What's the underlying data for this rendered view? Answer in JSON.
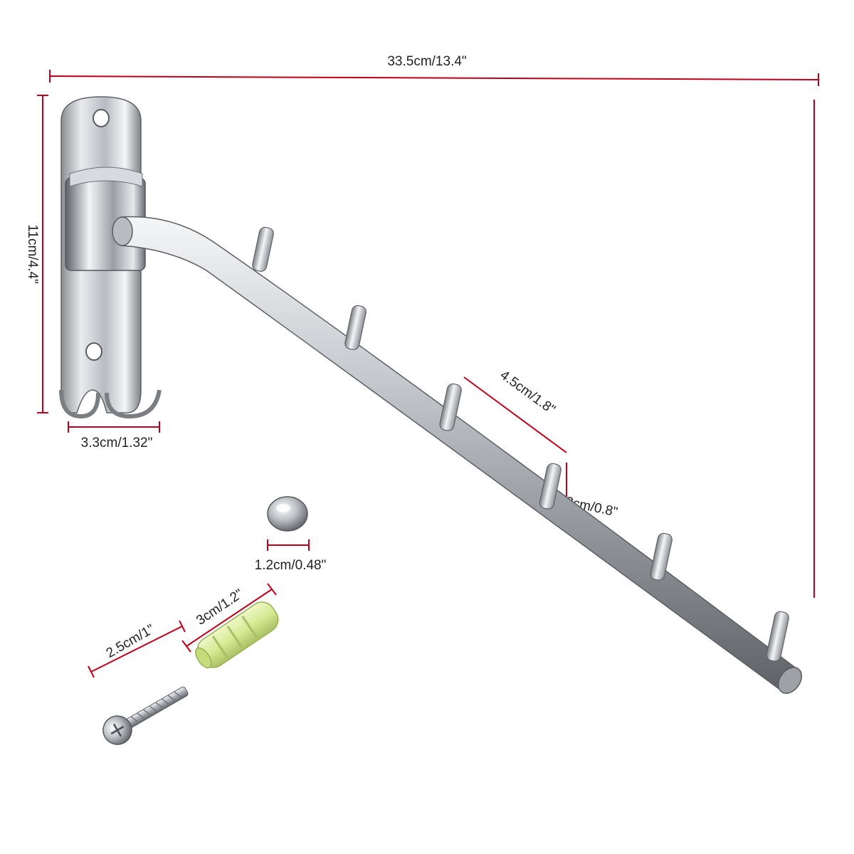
{
  "dimensions": {
    "total_length": "33.5cm/13.4\"",
    "height": "11cm/4.4\"",
    "base_width": "3.3cm/1.32\"",
    "hook_spacing": "4.5cm/1.8\"",
    "hook_length": "2cm/0.8\"",
    "anchor_length": "3cm/1.2\"",
    "screw_length": "2.5cm/1\"",
    "cap_diameter": "1.2cm/0.48\""
  },
  "colors": {
    "dimension_line": "#c0001a",
    "label_text": "#222222",
    "steel": "#c9ccd0",
    "anchor": "#d8ec9a"
  }
}
